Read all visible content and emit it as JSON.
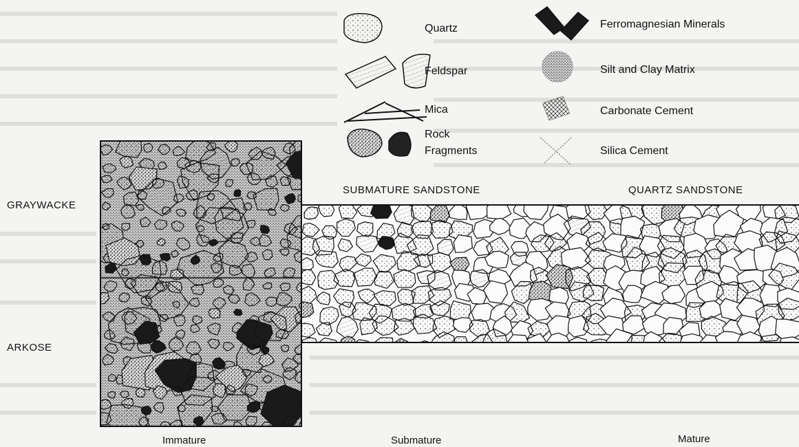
{
  "legend": {
    "quartz": "Quartz",
    "feldspar": "Feldspar",
    "mica": "Mica",
    "rock_fragments_1": "Rock",
    "rock_fragments_2": "Fragments",
    "ferromagnesian": "Ferromagnesian Minerals",
    "silt_clay": "Silt and Clay Matrix",
    "carbonate": "Carbonate Cement",
    "silica": "Silica Cement"
  },
  "rock_types": {
    "graywacke": "GRAYWACKE",
    "arkose": "ARKOSE",
    "submature_sandstone": "SUBMATURE SANDSTONE",
    "quartz_sandstone": "QUARTZ SANDSTONE"
  },
  "maturity": {
    "immature": "Immature",
    "submature": "Submature",
    "mature": "Mature"
  },
  "colors": {
    "ink": "#111111",
    "paper": "#f4f4f2",
    "dark_grain": "#1a1a1a"
  }
}
